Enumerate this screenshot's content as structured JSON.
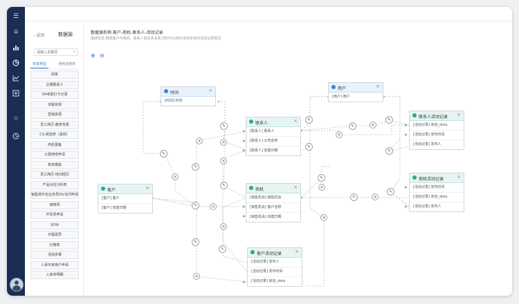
{
  "rail": {
    "icons": [
      "menu-icon",
      "home-icon",
      "chart-bar-icon",
      "pie-chart-icon",
      "line-chart-icon",
      "report-add-icon",
      "star-icon",
      "history-icon"
    ]
  },
  "sidebar": {
    "back_label": "返回",
    "title": "数据源",
    "search_placeholder": "请输入关键词",
    "tabs": [
      "实体类型",
      "通用连接表"
    ],
    "items": [
      "商家",
      "企微联系人",
      "OA考勤打卡记录",
      "流程实例",
      "营销资源",
      "员工简历-教育背景",
      "CS-候选类（其他）",
      "商机报备",
      "公费用增申请",
      "表单模板",
      "员工简历-培训经历",
      "产品对应分析表",
      "销售部外包业务员ISV访问申请",
      "维修项",
      "开发票申请",
      "SOW",
      "日程成员",
      "价格表",
      "活动步骤",
      "人事专家用户申请",
      "入库单明细"
    ]
  },
  "main": {
    "title": "数据源名称:客户-商机-联系人-活动记录",
    "description": "描述信息:根据客户与商机、联系人的业务关系,同时可以统计这些实体的活动记录情况"
  },
  "nodes": {
    "time": {
      "title": "时间",
      "rows": [
        "[时间] 时间"
      ]
    },
    "contact": {
      "title": "联系人",
      "rows": [
        "[联系人] 联系人",
        "[联系人] 公司名称",
        "[联系人] 创建日期"
      ]
    },
    "user": {
      "title": "用户",
      "rows": [
        "[用户] 用户"
      ]
    },
    "contact_activity": {
      "title": "联系人活动记录",
      "rows": [
        "[活动记录] 来自_data",
        "[活动记录] 发布时间",
        "[活动记录] 发布人"
      ]
    },
    "customer": {
      "title": "客户",
      "rows": [
        "[客户] 客户",
        "[客户] 创建日期"
      ]
    },
    "opportunity": {
      "title": "商机",
      "rows": [
        "[销售机会] 销售机会",
        "[销售机会] 客户名称",
        "[销售机会] 创建日期"
      ]
    },
    "opportunity_activity": {
      "title": "商机活动记录",
      "rows": [
        "[活动记录] 发布时间",
        "[活动记录] 来自_data",
        "[活动记录] 发布人"
      ]
    },
    "customer_activity": {
      "title": "客户活动记录",
      "rows": [
        "[活动记录] 发布人",
        "[活动记录] 发布时间",
        "[活动记录] 来自_data"
      ]
    }
  },
  "colors": {
    "rail": "#1a2e54",
    "accent": "#2b7de3",
    "entity_header": "#e6f5f3"
  }
}
